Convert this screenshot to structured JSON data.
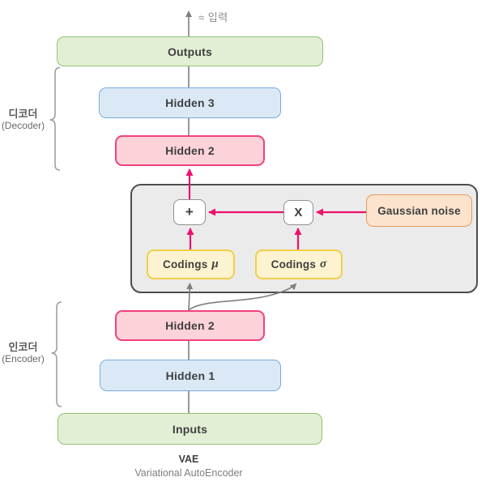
{
  "diagram": {
    "approx_input_label": "≈ 입력",
    "caption": {
      "title": "VAE",
      "subtitle": "Variational AutoEncoder"
    }
  },
  "decoder": {
    "label_ko": "디코더",
    "label_en": "(Decoder)"
  },
  "encoder": {
    "label_ko": "인코더",
    "label_en": "(Encoder)"
  },
  "boxes": {
    "outputs": "Outputs",
    "hidden3": "Hidden 3",
    "hidden2_decoder": "Hidden 2",
    "plus_op": "+",
    "multiply_op": "X",
    "gaussian_noise": "Gaussian noise",
    "codings_mu_text": "Codings",
    "codings_mu_symbol": "μ",
    "codings_sigma_text": "Codings",
    "codings_sigma_symbol": "σ",
    "hidden2_encoder": "Hidden 2",
    "hidden1": "Hidden 1",
    "inputs": "Inputs"
  },
  "colors": {
    "green_fill": "#e2efd5",
    "green_border": "#94c173",
    "blue_fill": "#dbe9f6",
    "blue_border": "#76aade",
    "pink_fill": "#fcd3d9",
    "pink_border": "#f3417f",
    "yellow_fill": "#fdf3d0",
    "yellow_border": "#f2cf4a",
    "orange_fill": "#fbe3ce",
    "orange_border": "#ea9a5b",
    "panel_fill": "#ebebeb",
    "panel_border": "#4d4d4d",
    "arrow_pink": "#ee0f6d",
    "line_gray": "#7f7f7f"
  }
}
